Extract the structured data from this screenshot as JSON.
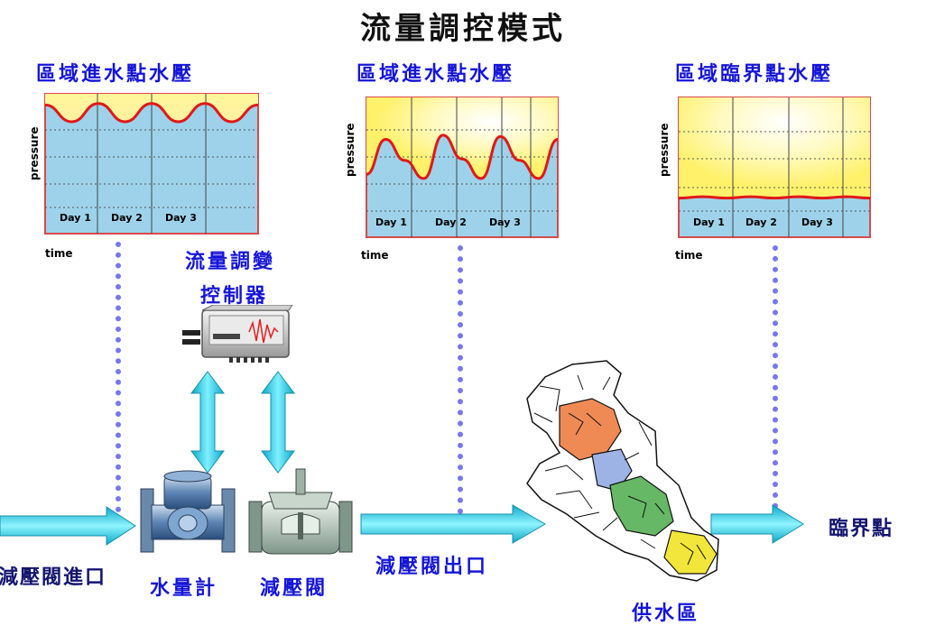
{
  "title": "流量調控模式",
  "charts": [
    {
      "label": "區域進水點水壓",
      "ylabel": "pressure",
      "xlabel": "time",
      "days": [
        "Day 1",
        "Day 2",
        "Day 3"
      ]
    },
    {
      "label": "區域進水點水壓",
      "ylabel": "pressure",
      "xlabel": "time",
      "days": [
        "Day 1",
        "Day 2",
        "Day 3"
      ]
    },
    {
      "label": "區域臨界點水壓",
      "ylabel": "pressure",
      "xlabel": "time",
      "days": [
        "Day 1",
        "Day 2",
        "Day 3"
      ]
    }
  ],
  "chart_data": [
    {
      "type": "line",
      "title": "區域進水點水壓",
      "xlabel": "time",
      "ylabel": "pressure",
      "categories": [
        "Day 1",
        "Day 2",
        "Day 3"
      ],
      "series": [
        {
          "values": [
            0.92,
            0.8,
            0.93,
            0.8,
            0.93,
            0.8,
            0.93,
            0.8,
            0.92
          ]
        }
      ],
      "ylim": [
        0,
        1
      ]
    },
    {
      "type": "line",
      "title": "區域進水點水壓",
      "xlabel": "time",
      "ylabel": "pressure",
      "categories": [
        "Day 1",
        "Day 2",
        "Day 3"
      ],
      "series": [
        {
          "values": [
            0.45,
            0.7,
            0.55,
            0.42,
            0.73,
            0.56,
            0.42,
            0.72,
            0.55,
            0.42,
            0.7
          ]
        }
      ],
      "ylim": [
        0,
        1
      ]
    },
    {
      "type": "line",
      "title": "區域臨界點水壓",
      "xlabel": "time",
      "ylabel": "pressure",
      "categories": [
        "Day 1",
        "Day 2",
        "Day 3"
      ],
      "series": [
        {
          "values": [
            0.28,
            0.29,
            0.28,
            0.29,
            0.28,
            0.29,
            0.28,
            0.29,
            0.28
          ]
        }
      ],
      "ylim": [
        0,
        1
      ]
    }
  ],
  "components": {
    "controller": "流量調變控制器",
    "controller_line1": "流量調變",
    "controller_line2": "控制器",
    "meter": "水量計",
    "prv": "減壓閥",
    "inlet": "減壓閥進口",
    "outlet": "減壓閥出口",
    "supply_zone": "供水區",
    "critical_point": "臨界點"
  },
  "colors": {
    "blue_text": "#1515d8",
    "arrow": "#22d0ee",
    "grid_line": "#d81f1f",
    "chart_fill": "#9dd2ea",
    "chart_top": "#fff37a"
  }
}
